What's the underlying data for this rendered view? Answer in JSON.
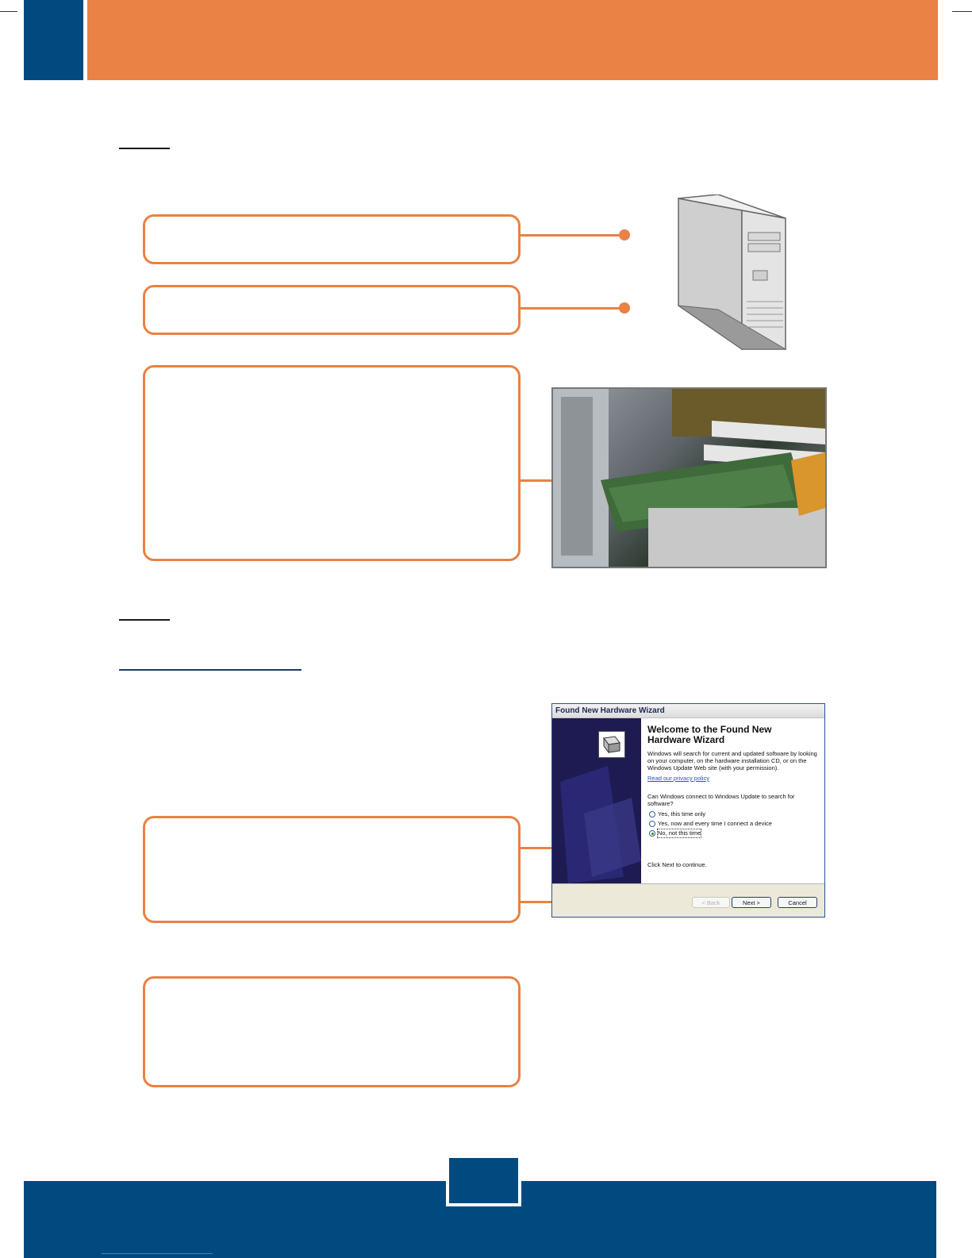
{
  "wizard": {
    "title": "Found New Hardware Wizard",
    "heading_line1": "Welcome to the Found New",
    "heading_line2": "Hardware Wizard",
    "intro": "Windows will search for current and updated software by looking on your computer, on the hardware installation CD, or on the Windows Update Web site (with your permission).",
    "privacy_link": "Read our privacy policy",
    "question": "Can Windows connect to Windows Update to search for software?",
    "options": [
      {
        "label": "Yes, this time only",
        "selected": false
      },
      {
        "label": "Yes, now and every time I connect a device",
        "selected": false
      },
      {
        "label": "No, not this time",
        "selected": true
      }
    ],
    "continue_text": "Click Next to continue.",
    "back_label": "< Back",
    "next_label": "Next >",
    "cancel_label": "Cancel"
  },
  "colors": {
    "accent": "#e98244",
    "brand_blue": "#004a80"
  },
  "icons": {
    "computer": "tower-pc-icon",
    "hardware": "hardware-wizard-icon"
  }
}
